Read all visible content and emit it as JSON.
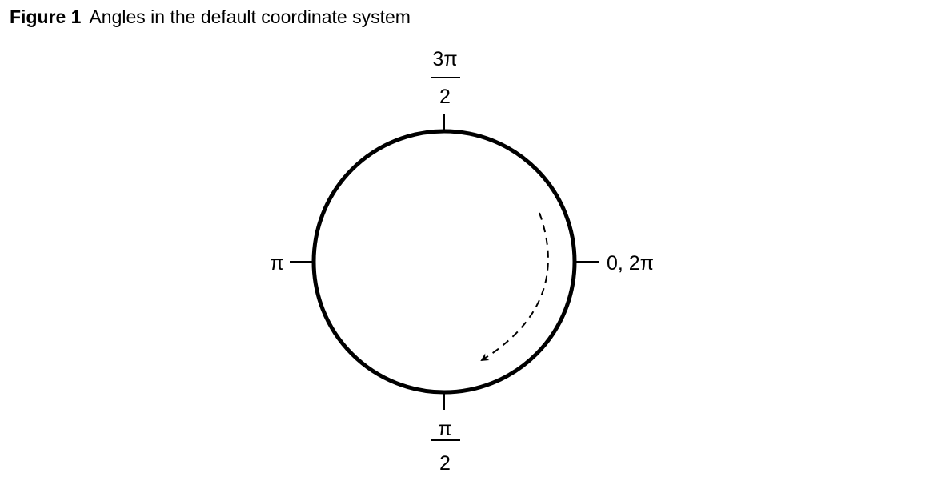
{
  "figure": {
    "label": "Figure 1",
    "caption": "Angles in the default coordinate system"
  },
  "angles": {
    "right": "0, 2π",
    "bottom_numerator": "π",
    "bottom_denominator": "2",
    "left": "π",
    "top_numerator": "3π",
    "top_denominator": "2"
  },
  "colors": {
    "stroke": "#000000",
    "background": "#ffffff"
  }
}
